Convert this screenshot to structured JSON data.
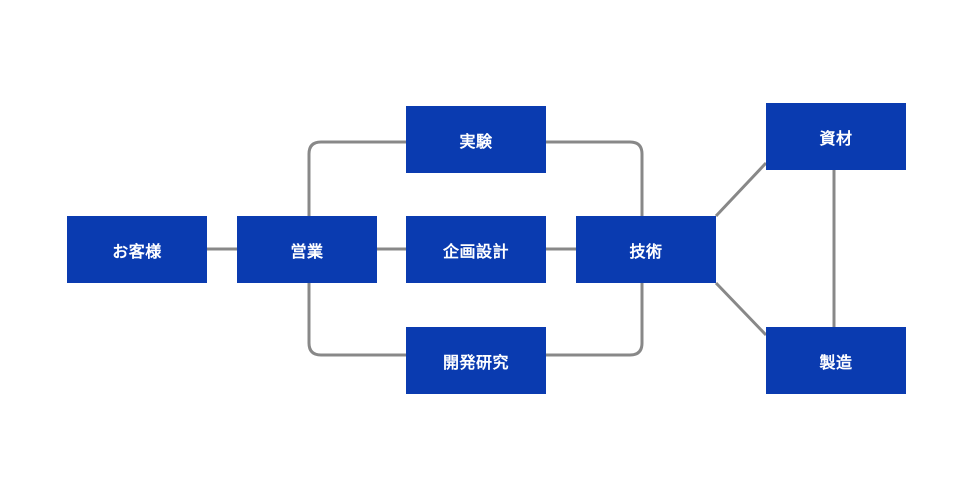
{
  "diagram": {
    "nodes": {
      "customer": "お客様",
      "sales": "営業",
      "experiment": "実験",
      "planning": "企画設計",
      "rnd": "開発研究",
      "technology": "技術",
      "materials": "資材",
      "manufacturing": "製造"
    },
    "edges": [
      [
        "customer",
        "sales"
      ],
      [
        "sales",
        "experiment"
      ],
      [
        "sales",
        "planning"
      ],
      [
        "sales",
        "rnd"
      ],
      [
        "experiment",
        "technology"
      ],
      [
        "planning",
        "technology"
      ],
      [
        "rnd",
        "technology"
      ],
      [
        "technology",
        "materials"
      ],
      [
        "technology",
        "manufacturing"
      ],
      [
        "materials",
        "manufacturing"
      ]
    ],
    "colors": {
      "node_fill": "#0a3bb0",
      "node_text": "#ffffff",
      "connector": "#888888",
      "background": "#ffffff"
    }
  }
}
